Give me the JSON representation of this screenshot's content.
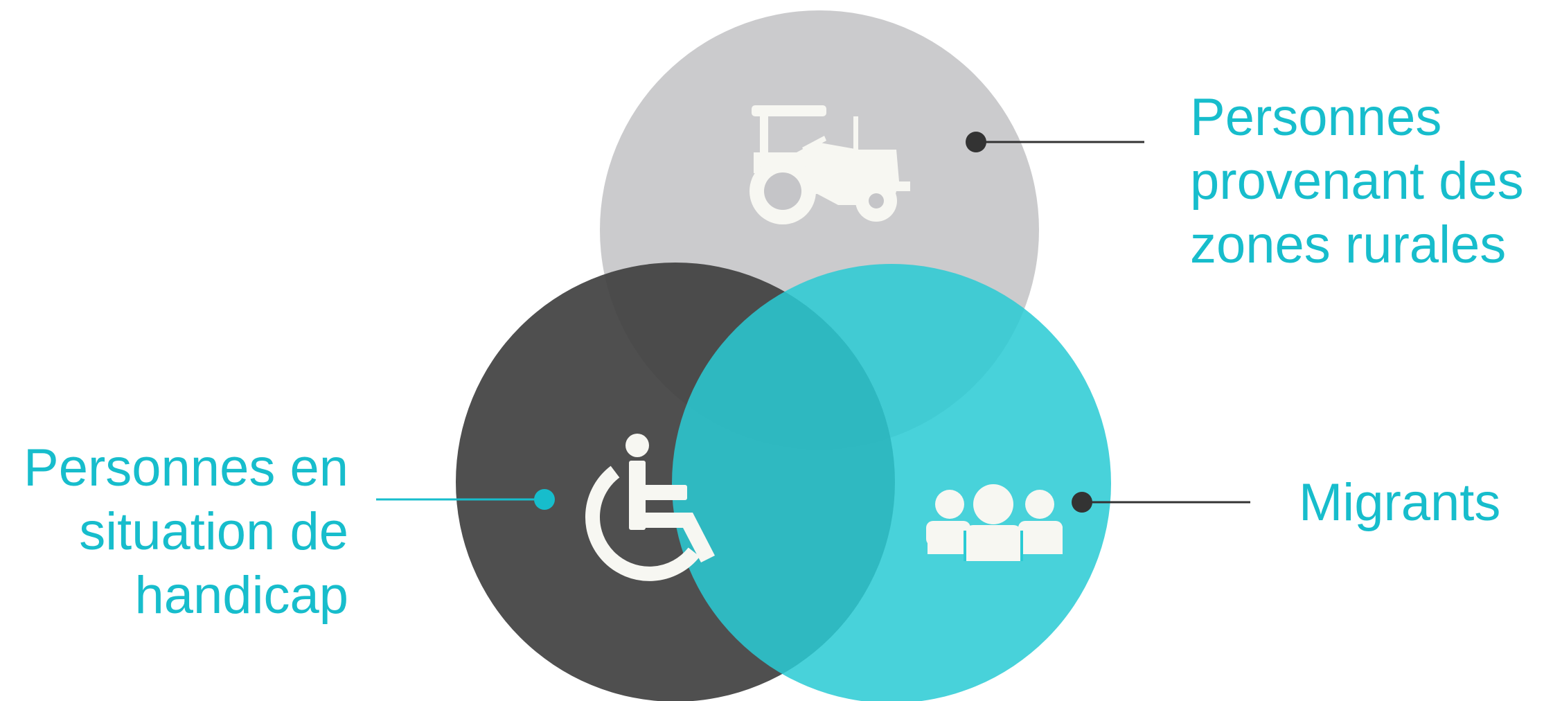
{
  "colors": {
    "label_text": "#17bdcc",
    "rural_circle": "#c5c5c8",
    "handicap_circle": "#404040",
    "migrants_circle": "#2acbd4",
    "icon_fill": "#f7f7f2",
    "connector_dark": "#333333",
    "connector_teal": "#17bdcc"
  },
  "groups": {
    "rural": {
      "label_lines": [
        "Personnes",
        "provenant des",
        "zones rurales"
      ],
      "icon": "tractor-icon"
    },
    "handicap": {
      "label_lines": [
        "Personnes en",
        "situation de",
        "handicap"
      ],
      "icon": "wheelchair-icon"
    },
    "migrants": {
      "label_lines": [
        "Migrants"
      ],
      "icon": "people-group-icon"
    }
  }
}
